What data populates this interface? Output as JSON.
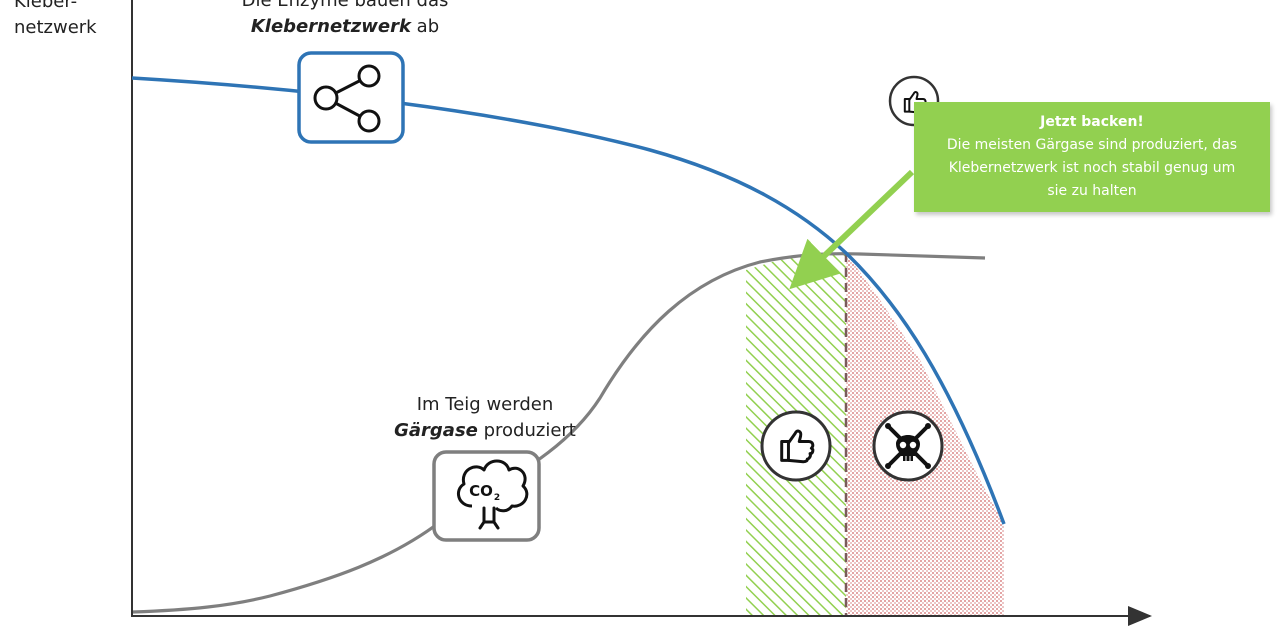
{
  "y_axis_label": {
    "line1": "Kleber-",
    "line2": "netzwerk"
  },
  "gluten_annotation": {
    "line1": "Die Enzyme bauen das",
    "line2_emphasis": "Klebernetzwerk",
    "line2_rest": "ab",
    "icon": "network-share-icon",
    "curve_color": "#2e74b5"
  },
  "gas_annotation": {
    "line1": "Im Teig werden",
    "line2_emphasis": "Gärgase",
    "line2_rest": "produziert",
    "icon_text": "CO",
    "icon_subscript": "2",
    "icon": "co2-cloud-icon",
    "curve_color": "#7f7f7f"
  },
  "callout": {
    "title": "Jetzt backen!",
    "lines": [
      "Die meisten Gärgase sind produziert, das",
      "Klebernetzwerk ist noch stabil genug um",
      "sie zu halten"
    ],
    "color": "#92d050",
    "icon": "thumbs-up-icon"
  },
  "zones": {
    "good": {
      "icon": "thumbs-up-icon",
      "color": "#70ad47"
    },
    "bad": {
      "icon": "skull-crossbones-icon",
      "color": "#c00000"
    }
  }
}
